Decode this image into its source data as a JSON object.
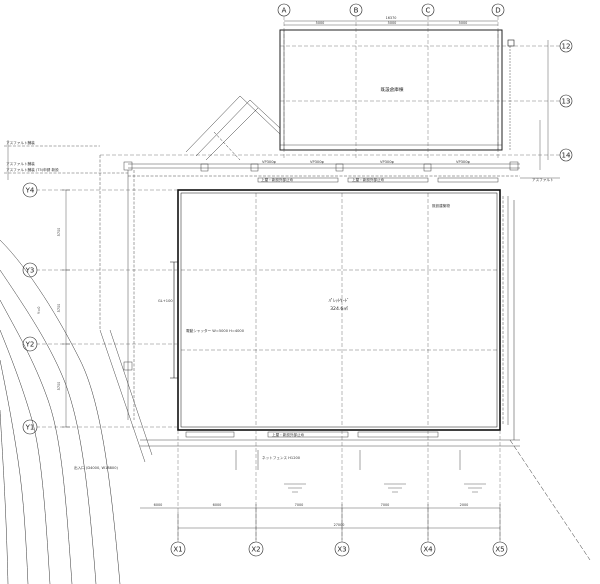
{
  "grid": {
    "top_cols": [
      "A",
      "B",
      "C",
      "D"
    ],
    "bottom_cols": [
      "X1",
      "X2",
      "X3",
      "X4",
      "X5"
    ],
    "right_rows": [
      "12",
      "13",
      "14"
    ],
    "left_rows": [
      "Y4",
      "Y3",
      "Y2",
      "Y1"
    ]
  },
  "main_room": {
    "name": "ﾊﾟﾚｯﾄﾔｰﾄﾞ",
    "area": "324.6㎡"
  },
  "upper_room": {
    "name": "既設倉庫棟"
  },
  "dims": {
    "top_total": "16370",
    "top_segs": [
      "5000",
      "5000",
      "5000"
    ],
    "bottom_total": "27000",
    "bottom_segs": [
      "6000",
      "6000",
      "7000",
      "7000",
      "2000"
    ],
    "left_segs": [
      "5700",
      "5700",
      "5700"
    ]
  },
  "notes": [
    "アスファルト舗装",
    "アスファルト舗装",
    "アスファルト舗装 (T5)申請 新設",
    "Y=0",
    "VP300φ",
    "VP300φ",
    "VP300φ",
    "VP300φ",
    "上屋・新設外部止め",
    "上屋・新設外部止め",
    "上屋・新設外部止め",
    "電動シャッター W=5000 H=4000",
    "GL+100",
    "ネットフェンス H1200",
    "出入口 (D4000, W18800)",
    "既設建築物",
    "アスファルト"
  ]
}
